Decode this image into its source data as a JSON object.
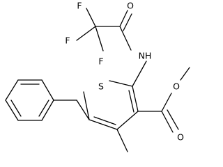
{
  "structure": {
    "atoms": {
      "f1": "F",
      "f2": "F",
      "f3": "F",
      "o_amide": "O",
      "nh": "NH",
      "s": "S",
      "o_ester_carbonyl": "O",
      "o_ester_ether": "O"
    }
  }
}
